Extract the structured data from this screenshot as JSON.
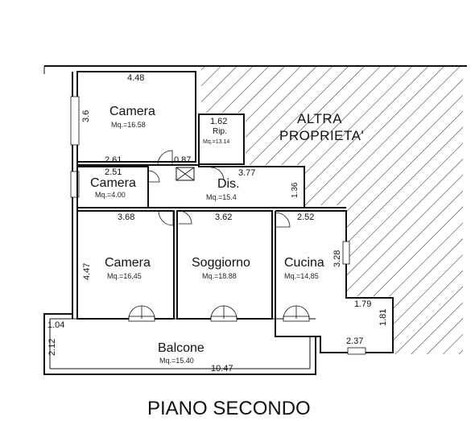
{
  "plan": {
    "title": "PIANO SECONDO",
    "other_property": [
      "ALTRA",
      "PROPRIETA'"
    ],
    "rooms": [
      {
        "name": "Camera",
        "area": "Mq.=16.58"
      },
      {
        "name": "Camera",
        "area": "Mq.=4.00"
      },
      {
        "name": "Dis.",
        "area": "Mq.=15.4"
      },
      {
        "name": "Rip.",
        "area": "Mq.=13.14"
      },
      {
        "name": "Camera",
        "area": "Mq.=16,45"
      },
      {
        "name": "Soggiorno",
        "area": "Mq.=18.88"
      },
      {
        "name": "Cucina",
        "area": "Mq.=14,85"
      },
      {
        "name": "Balcone",
        "area": "Mq.=15.40"
      }
    ],
    "dimensions": {
      "camera1_top": "4.48",
      "camera1_side": "3.6",
      "camera1_bottom": "2.61",
      "camera2_top": "2.51",
      "rip_top": "1.62",
      "rip_bottom": "0.87",
      "dis_top": "3.77",
      "dis_side": "1.36",
      "camera3_top": "3.68",
      "camera3_side": "4.47",
      "soggiorno_top": "3.62",
      "cucina_top": "2.52",
      "cucina_side": "3.28",
      "kitchen_step_h": "1.79",
      "kitchen_step_v": "1.81",
      "kitchen_bottom": "2.37",
      "balcone_end_h": "1.04",
      "balcone_end_v": "2.12",
      "balcone_length": "10.47"
    }
  }
}
